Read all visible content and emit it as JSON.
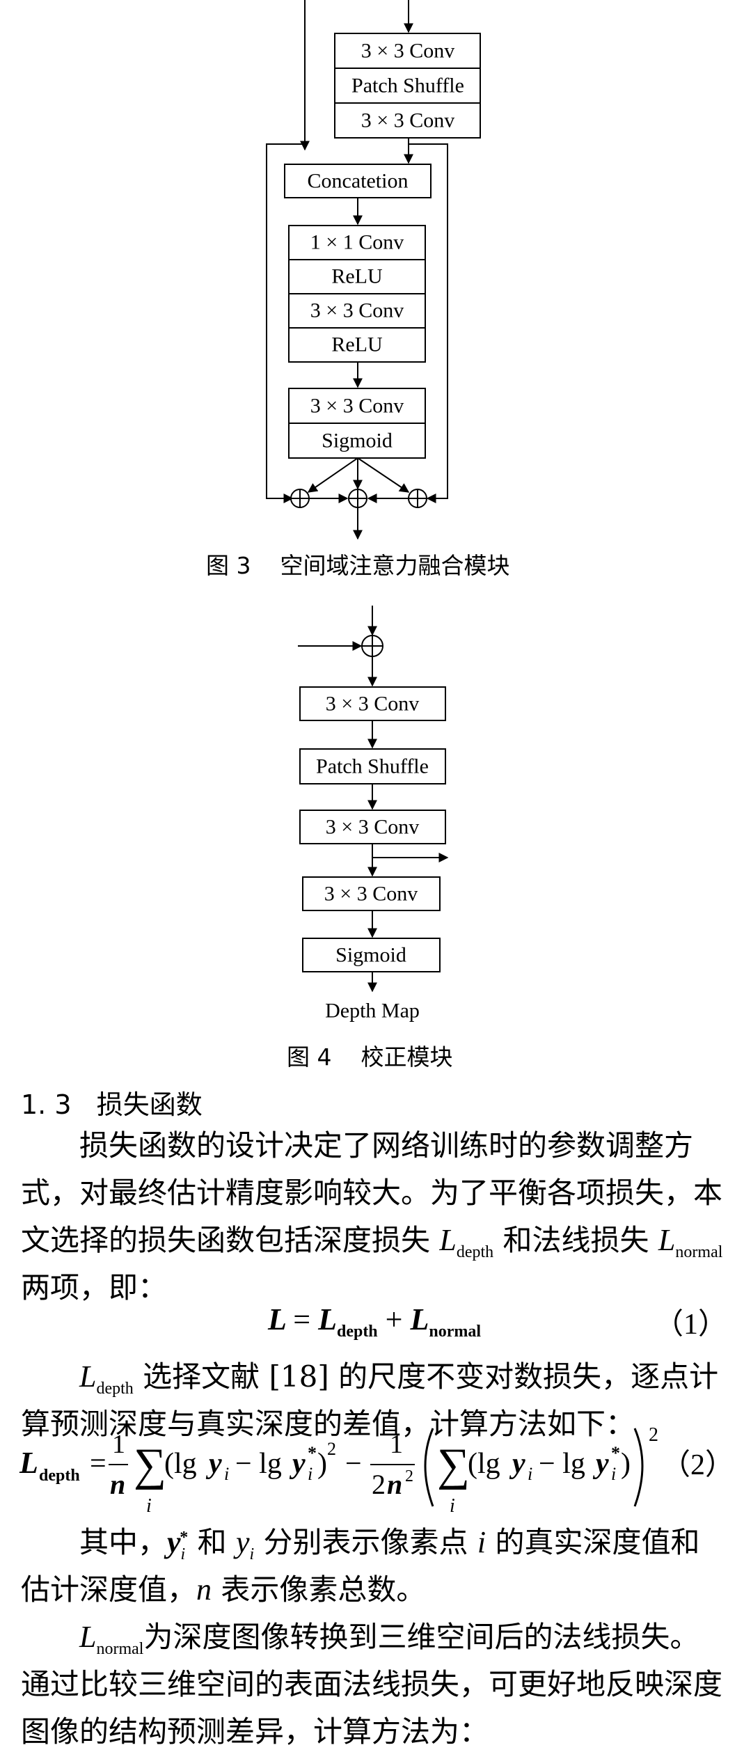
{
  "fig3": {
    "caption": "图 3    空间域注意力融合模块",
    "boxes": {
      "conv3_a": "3 × 3 Conv",
      "patch_shuffle": "Patch Shuffle",
      "conv3_b": "3 × 3 Conv",
      "concat": "Concatetion",
      "conv1": "1 × 1 Conv",
      "relu_a": "ReLU",
      "conv3_c": "3 × 3 Conv",
      "relu_b": "ReLU",
      "conv3_d": "3 × 3 Conv",
      "sigmoid": "Sigmoid"
    }
  },
  "fig4": {
    "caption": "图 4    校正模块",
    "boxes": {
      "conv3_a": "3 × 3 Conv",
      "patch_shuffle": "Patch Shuffle",
      "conv3_b": "3 × 3 Conv",
      "conv3_c": "3 × 3 Conv",
      "sigmoid": "Sigmoid"
    },
    "output_label": "Depth Map"
  },
  "section": {
    "number": "1. 3",
    "title": "损失函数"
  },
  "para1": {
    "text_a": "损失函数的设计决定了网络训练时的参数调整方式，对最终估计精度影响较大。为了平衡各项损失，本文选择的损失函数包括深度损失",
    "text_b": "和法线损失",
    "text_c": "两项，即："
  },
  "eq1": {
    "lhs": "L",
    "eq": "=",
    "t1": "L",
    "t1_sub": "depth",
    "plus": "+",
    "t2": "L",
    "t2_sub": "normal",
    "number": "（1）"
  },
  "para2": {
    "text_a": "选择文献 [18] 的尺度不变对数损失，逐点计算预测深度与真实深度的差值，计算方法如下："
  },
  "eq2": {
    "lhs_sub": "depth",
    "number": "（2）"
  },
  "para3": {
    "text_a": "其中，",
    "text_b": "和",
    "text_c": "分别表示像素点",
    "text_d": "的真实深度值和估计深度值，",
    "text_e": "表示像素总数。"
  },
  "para4": {
    "text_a": "为深度图像转换到三维空间后的法线损失。通过比较三维空间的表面法线损失，可更好地反映深度图像的结构预测差异，计算方法为："
  },
  "symbols": {
    "L": "L",
    "depth": "depth",
    "normal": "normal",
    "y": "y",
    "i": "i",
    "star": "*",
    "n": "n"
  }
}
